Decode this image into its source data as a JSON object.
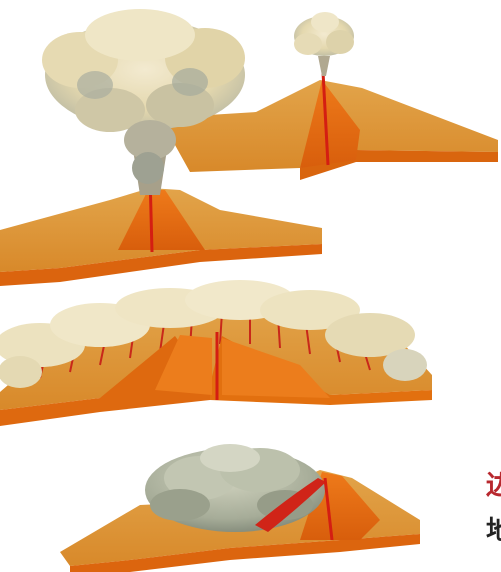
{
  "illustration": {
    "panels": [
      "explosive-eruption",
      "fissure-eruption",
      "lava-dome-eruption"
    ],
    "colors": {
      "background": "#ffffff",
      "ground_top": "#e8a23e",
      "ground_side": "#e06a10",
      "ground_dark": "#b4520c",
      "magma": "#d41e12",
      "ash_cloud": "#e9ddb4",
      "ash_shadow": "#9ca29a",
      "dome": "#a8ae9a"
    }
  },
  "edge_text": {
    "top": "边",
    "bottom": "地"
  }
}
